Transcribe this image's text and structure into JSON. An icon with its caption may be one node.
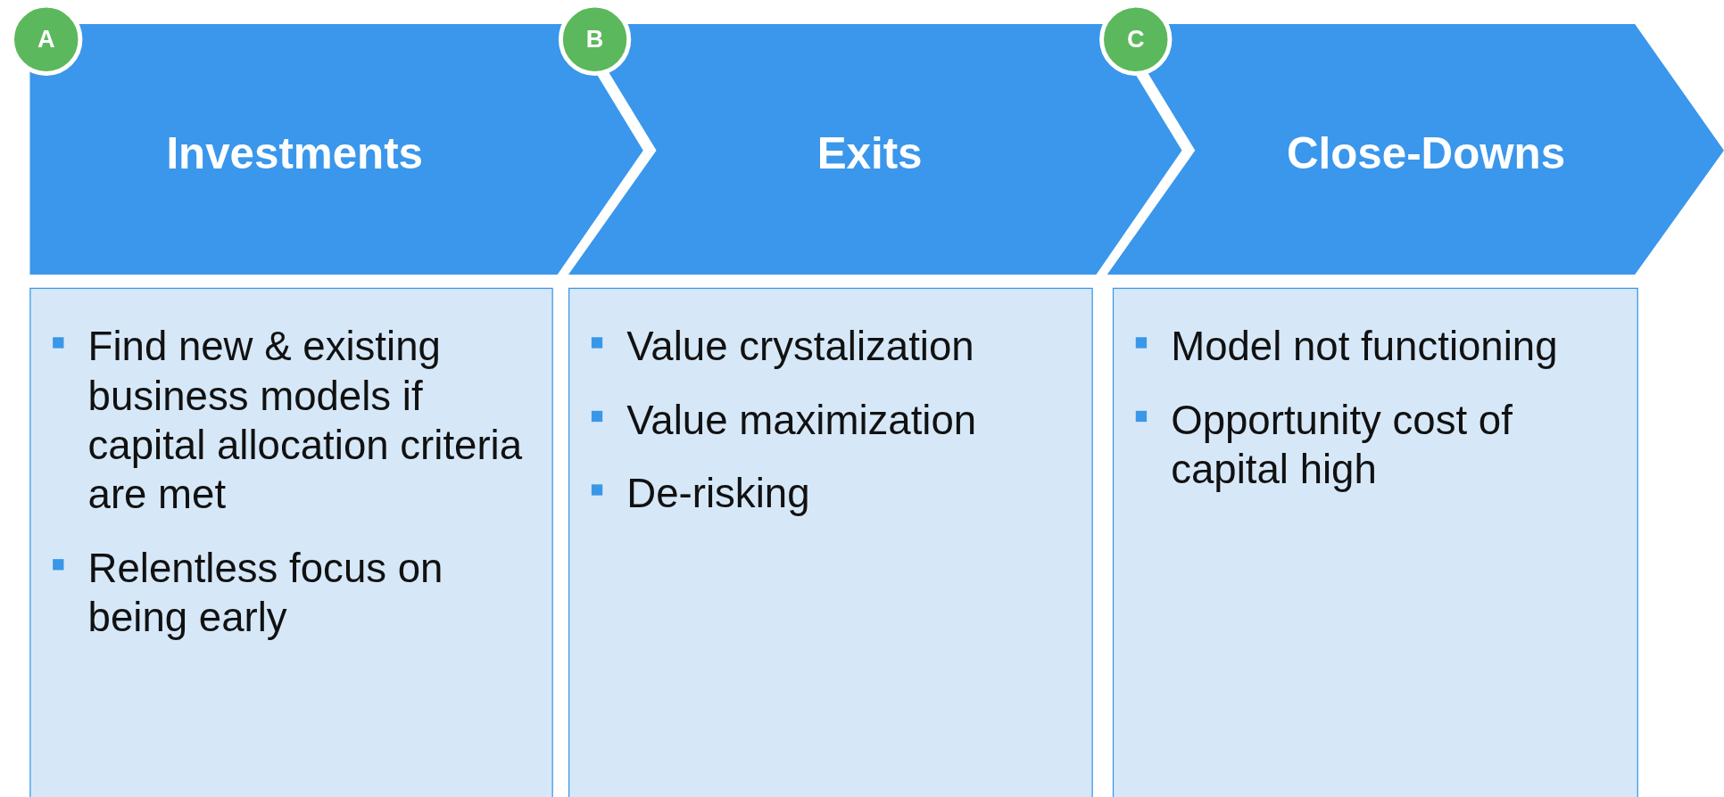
{
  "diagram": {
    "nodes": [
      {
        "text": [
          "A"
        ]
      },
      {
        "text": [
          "Investments"
        ]
      },
      {
        "text": [
          "B"
        ]
      },
      {
        "text": [
          "Exits"
        ]
      },
      {
        "text": [
          "C"
        ]
      },
      {
        "text": [
          "Close-Downs"
        ]
      },
      {
        "text": [
          "Find new & existing business models if capital allocation criteria are met",
          "Relentless focus on being early"
        ]
      },
      {
        "text": [
          "Value crystalization",
          "Value maximization",
          "De-risking"
        ]
      },
      {
        "text": [
          "Model not functioning",
          "Opportunity cost of capital high"
        ]
      }
    ]
  }
}
